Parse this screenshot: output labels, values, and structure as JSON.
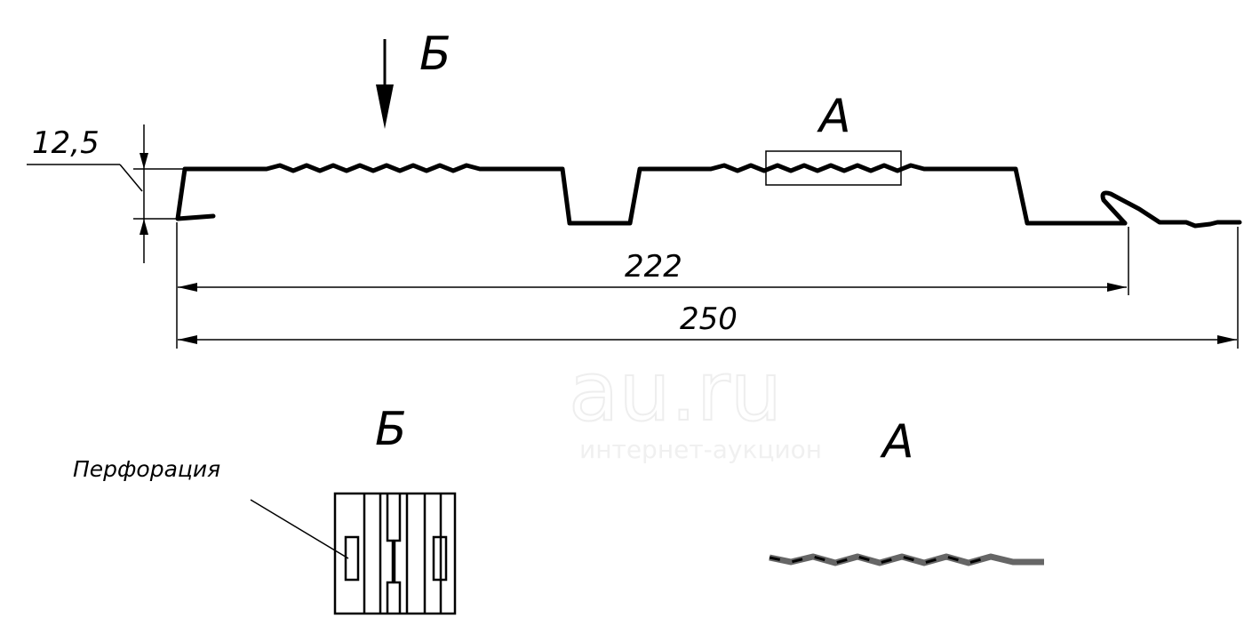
{
  "diagram": {
    "view_b_arrow_label": "Б",
    "view_a_label": "А",
    "dim_height": "12,5",
    "dim_inner_width": "222",
    "dim_total_width": "250",
    "detail_b_title": "Б",
    "detail_a_title": "А",
    "perforation_label": "Перфорация",
    "watermark_logo": "au.ru",
    "watermark_tagline": "интернет-аукцион"
  }
}
